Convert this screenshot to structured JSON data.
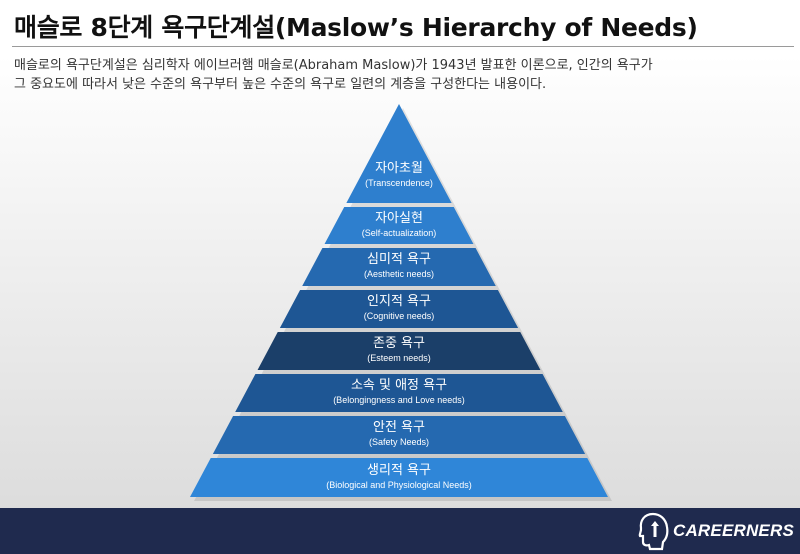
{
  "header": {
    "title": "매슬로 8단계 욕구단계설(Maslow’s Hierarchy of Needs)",
    "description_lines": [
      "매슬로의 욕구단계설은 심리학자 에이브러햄 매슬로(Abraham Maslow)가 1943년 발표한 이론으로, 인간의 욕구가",
      "그 중요도에 따라서 낮은 수준의 욕구부터 높은 수준의 욕구로 일련의 계층을 구성한다는 내용이다."
    ]
  },
  "pyramid": {
    "levels": [
      {
        "name": "자아초월",
        "subtitle": "(Transcendence)",
        "color": "#2e7fce"
      },
      {
        "name": "자아실현",
        "subtitle": "(Self-actualization)",
        "color": "#2e7fce"
      },
      {
        "name": "심미적 욕구",
        "subtitle": "(Aesthetic needs)",
        "color": "#2569b0"
      },
      {
        "name": "인지적 욕구",
        "subtitle": "(Cognitive needs)",
        "color": "#1e5694"
      },
      {
        "name": "존중 욕구",
        "subtitle": "(Esteem needs)",
        "color": "#1b3f69"
      },
      {
        "name": "소속 및 애정 욕구",
        "subtitle": "(Belongingness and Love needs)",
        "color": "#1e5694"
      },
      {
        "name": "안전 욕구",
        "subtitle": "(Safety Needs)",
        "color": "#2569b0"
      },
      {
        "name": "생리적 욕구",
        "subtitle": "(Biological and Physiological Needs)",
        "color": "#2f86d8"
      }
    ]
  },
  "footer": {
    "brand": "CAREERNERS",
    "bar_color": "#1f2a4e"
  }
}
